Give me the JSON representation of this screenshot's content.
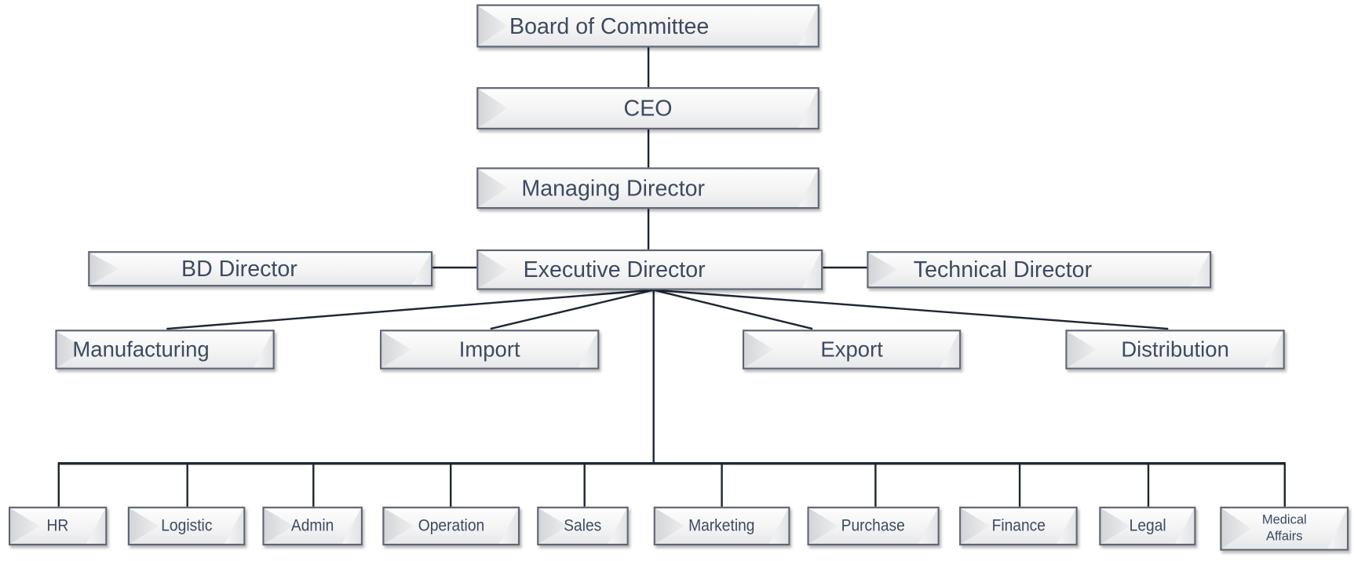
{
  "chart_data": {
    "type": "org-chart",
    "root": "Board of Committee",
    "chain": [
      "Board of Committee",
      "CEO",
      "Managing Director",
      "Executive Director"
    ],
    "executive_peers": [
      "BD Director",
      "Technical Director"
    ],
    "divisions": [
      "Manufacturing",
      "Import",
      "Export",
      "Distribution"
    ],
    "departments": [
      "HR",
      "Logistic",
      "Admin",
      "Operation",
      "Sales",
      "Marketing",
      "Purchase",
      "Finance",
      "Legal",
      "Medical Affairs"
    ]
  },
  "nodes": {
    "board": "Board of Committee",
    "ceo": "CEO",
    "md": "Managing Director",
    "exec": "Executive Director",
    "bd": "BD Director",
    "tech": "Technical Director",
    "manufacturing": "Manufacturing",
    "import": "Import",
    "export": "Export",
    "distribution": "Distribution",
    "hr": "HR",
    "logistic": "Logistic",
    "admin": "Admin",
    "operation": "Operation",
    "sales": "Sales",
    "marketing": "Marketing",
    "purchase": "Purchase",
    "finance": "Finance",
    "legal": "Legal",
    "medical_1": "Medical",
    "medical_2": "Affairs"
  },
  "colors": {
    "line": "#1f2633",
    "text": "#3e4a60",
    "border": "#5f6675"
  }
}
